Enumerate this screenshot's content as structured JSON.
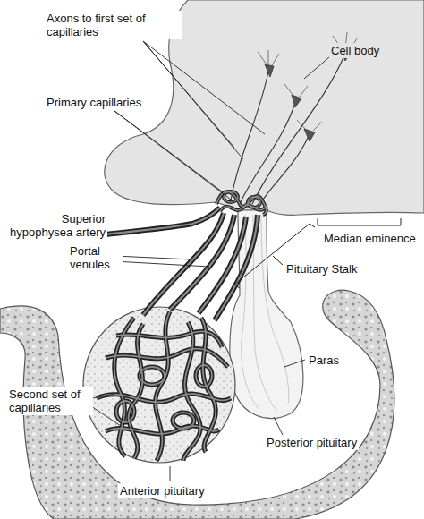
{
  "diagram": {
    "labels": [
      "Axons to first set of capillaries",
      "Cell body",
      "Primary capillaries",
      "Median eminence",
      "Superior hypophysea artery",
      "Portal venules",
      "Pituitary Stalk",
      "Paras",
      "Second set of capillaries",
      "Posterior pituitary",
      "Anterior pituitary"
    ]
  }
}
